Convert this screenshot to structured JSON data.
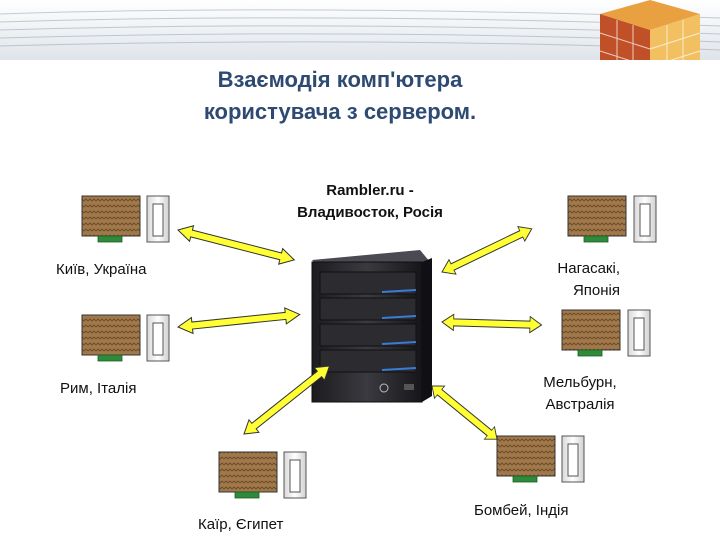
{
  "slide": {
    "title_line1": "Взаємодія комп'ютера",
    "title_line2": "користувача з сервером."
  },
  "server": {
    "label_line1": "Rambler.ru -",
    "label_line2": "Владивосток, Росія",
    "icon": "server-tower-icon"
  },
  "clients": [
    {
      "id": "kyiv",
      "label": "Київ, Україна"
    },
    {
      "id": "rome",
      "label": "Рим, Італія"
    },
    {
      "id": "cairo",
      "label": "Каїр, Єгипет"
    },
    {
      "id": "nagasaki",
      "label_line1": "Нагасакі,",
      "label_line2": "Японія"
    },
    {
      "id": "melbourne",
      "label_line1": "Мельбурн,",
      "label_line2": "Австралія"
    },
    {
      "id": "bombay",
      "label": "Бомбей, Індія"
    }
  ],
  "colors": {
    "title": "#2e4a73",
    "monitor_fill": "#a0784a",
    "monitor_base": "#2e8b3a",
    "arrow_fill": "#ffff33",
    "arrow_stroke": "#333333",
    "server_body": "#2a2a2e",
    "server_led": "#3a7bd5"
  }
}
